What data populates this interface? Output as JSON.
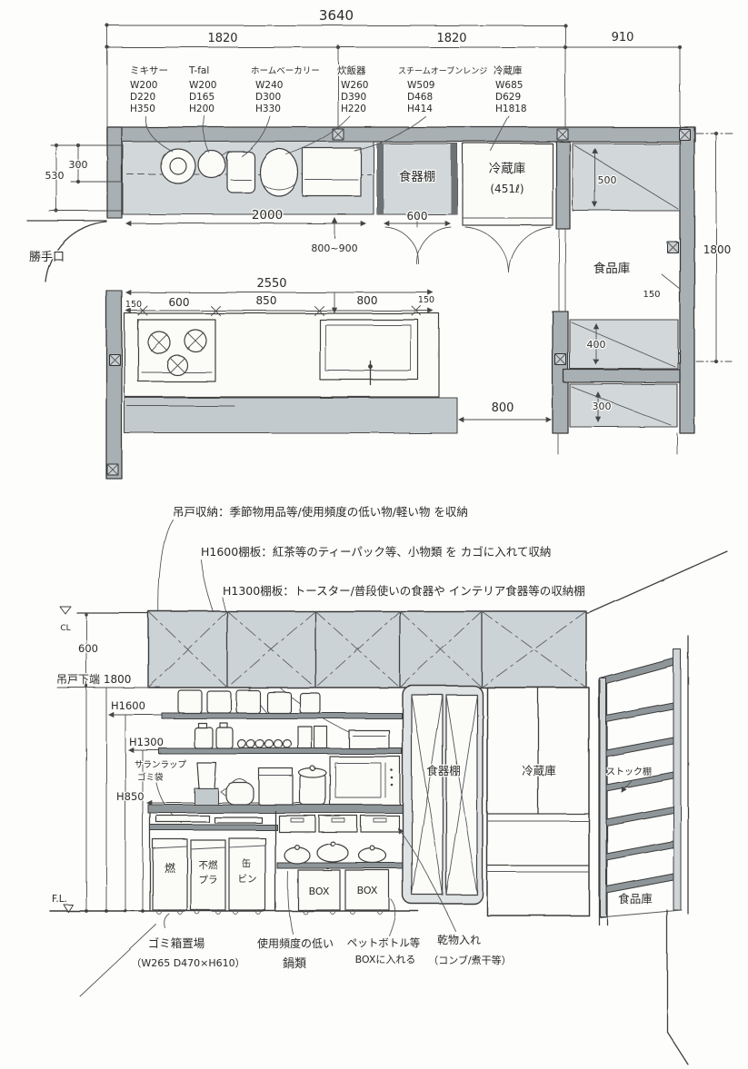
{
  "drawing": {
    "plan": {
      "dims": {
        "total_width": "3640",
        "span_left": "1820",
        "span_right": "1820",
        "span_side": "910",
        "wall_top": "300",
        "wall_total": "530",
        "counter_length": "2000",
        "cabinet_width": "600",
        "counter_depth_range": "800~900",
        "shelf_top": "500",
        "wall_nook": "150",
        "pantry_height": "1800",
        "island_length": "2550",
        "island_seg_1": "150",
        "island_seg_2": "600",
        "island_seg_3": "850",
        "island_seg_4": "800",
        "island_seg_5": "150",
        "shelf_mid": "400",
        "shelf_bottom": "300",
        "passage": "800"
      },
      "appliances": [
        {
          "name": "ミキサー",
          "w": "W200",
          "d": "D220",
          "h": "H350"
        },
        {
          "name": "T-fal",
          "w": "W200",
          "d": "D165",
          "h": "H200"
        },
        {
          "name": "ホームベーカリー",
          "w": "W240",
          "d": "D300",
          "h": "H330"
        },
        {
          "name": "炊飯器",
          "w": "W260",
          "d": "D390",
          "h": "H220"
        },
        {
          "name": "スチームオーブンレンジ",
          "w": "W509",
          "d": "D468",
          "h": "H414"
        },
        {
          "name": "冷蔵庫",
          "w": "W685",
          "d": "D629",
          "h": "H1818"
        }
      ],
      "labels": {
        "back_door": "勝手口",
        "dish_cabinet": "食器棚",
        "fridge": "冷蔵庫",
        "fridge_capacity": "(451ℓ)",
        "pantry": "食品庫"
      }
    },
    "elevation": {
      "notes": {
        "hanging": "吊戸収納：季節物用品等/使用頻度の低い物/軽い物 を収納",
        "h1600": "H1600棚板：紅茶等のティーパック等、小物類 を カゴに入れて収納",
        "h1300": "H1300棚板：トースター/普段使いの食器や インテリア食器等の収納棚"
      },
      "levels": {
        "cl": "CL",
        "ceiling_offset": "600",
        "hanging_bottom": "吊戸下端 1800",
        "h1600": "H1600",
        "h1300": "H1300",
        "h850": "H850",
        "floor": "F.L."
      },
      "side_note_1": "サランラップ",
      "side_note_2": "ゴミ袋",
      "bins": {
        "bin1": "燃",
        "bin2a": "不燃",
        "bin2b": "プラ",
        "bin3a": "缶",
        "bin3b": "ビン"
      },
      "box_label": "BOX",
      "units": {
        "dish_cabinet": "食器棚",
        "fridge": "冷蔵庫",
        "stock_shelf": "ストック棚",
        "pantry": "食品庫"
      },
      "bottom_notes": {
        "trash_1": "ゴミ箱置場",
        "trash_2": "（W265 D470×H610）",
        "pots_1": "使用頻度の低い",
        "pots_2": "鍋類",
        "bottles_1": "ペットボトル等",
        "bottles_2": "BOXに入れる",
        "dried_1": "乾物入れ",
        "dried_2": "（コンブ/煮干等）"
      }
    }
  }
}
